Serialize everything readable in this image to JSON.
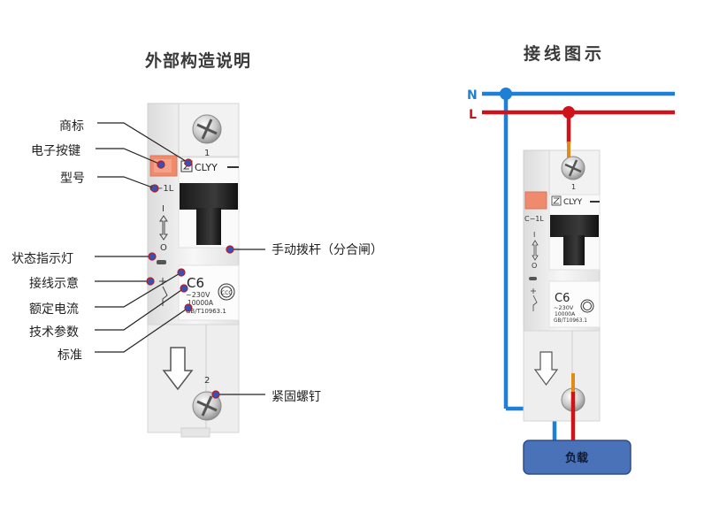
{
  "left": {
    "title": "外部构造说明",
    "labels": {
      "brand": "商标",
      "reset_key": "电子按键",
      "model": "型号",
      "status_light": "状态指示灯",
      "wiring_hint": "接线示意",
      "rated_current": "额定电流",
      "tech_params": "技术参数",
      "standard": "标准",
      "handle": "手动拨杆（分合闸）",
      "screw": "紧固螺钉"
    },
    "device": {
      "terminal_top": "1",
      "terminal_bottom": "2",
      "brand_text": "CLYY",
      "model_text": "C−1L",
      "on_mark": "I",
      "off_mark": "O",
      "rating": "C6",
      "voltage": "~230V",
      "breaking": "10000A",
      "standard_text": "GB/T10963.1"
    }
  },
  "right": {
    "title": "接线图示",
    "line_n": "N",
    "line_l": "L",
    "load": "负载",
    "device": {
      "terminal_top": "1",
      "brand_text": "CLYY",
      "model_text": "C−1L",
      "on_mark": "I",
      "off_mark": "O",
      "rating": "C6",
      "voltage": "~230V",
      "breaking": "10000A",
      "standard_text": "GB/T10963.1"
    }
  },
  "colors": {
    "neutral_wire": "#1e7fd6",
    "live_wire": "#d0121b",
    "load_box": "#4a72b8",
    "reset_button": "#f08a6c",
    "pointer_dot": "#3a4fb8"
  }
}
